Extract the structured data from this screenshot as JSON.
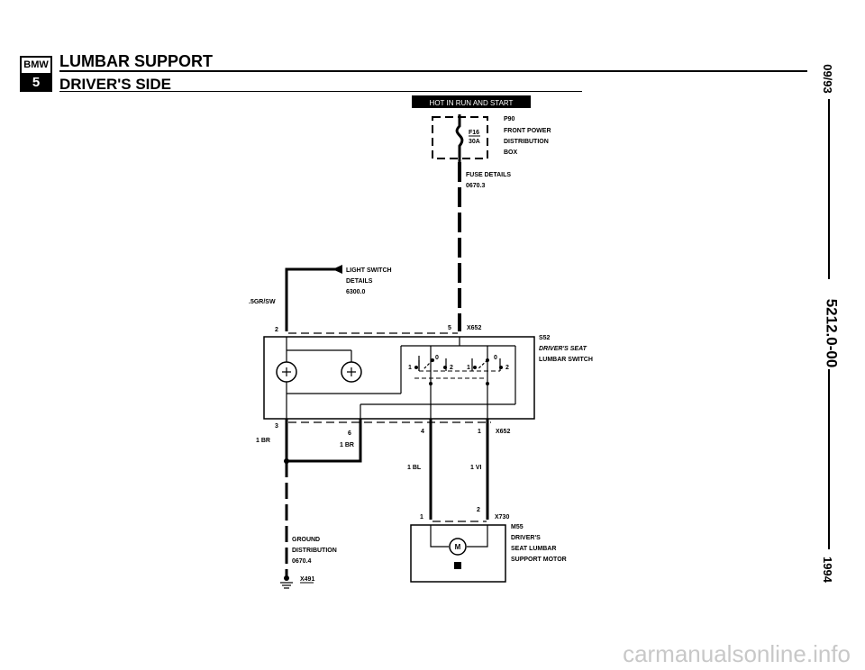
{
  "header": {
    "logo_top": "BMW",
    "logo_bottom": "5",
    "title": "LUMBAR SUPPORT",
    "subtitle": "DRIVER'S SIDE"
  },
  "sidebar": {
    "date": "09/93",
    "doc_number": "5212.0-00",
    "year": "1994"
  },
  "diagram": {
    "banner": "HOT IN RUN AND START",
    "fuse_label": "F16",
    "fuse_rating": "30A",
    "fusebox_id": "P90",
    "fusebox_name_1": "FRONT POWER",
    "fusebox_name_2": "DISTRIBUTION",
    "fusebox_name_3": "BOX",
    "fuse_details_1": "FUSE DETAILS",
    "fuse_details_2": "0670.3",
    "light_switch_1": "LIGHT SWITCH",
    "light_switch_2": "DETAILS",
    "light_switch_3": "6300.0",
    "wire_grsw": ".5GR/SW",
    "pin2": "2",
    "pin5": "5",
    "conn_x652_top": "X652",
    "switch_id": "S52",
    "switch_name_1": "DRIVER'S SEAT",
    "switch_name_2": "LUMBAR SWITCH",
    "sw_0_left": "0",
    "sw_1_left": "1",
    "sw_2_left": "2",
    "sw_0_right": "0",
    "sw_1_right": "1",
    "sw_2_right": "2",
    "pin3": "3",
    "pin6": "6",
    "pin4": "4",
    "pin1": "1",
    "conn_x652_bot": "X652",
    "wire_1br_left": "1 BR",
    "wire_1br_right": "1 BR",
    "wire_1bl": "1 BL",
    "wire_1vi": "1 VI",
    "motor_pin1": "1",
    "motor_pin2": "2",
    "conn_x730": "X730",
    "motor_id": "M55",
    "motor_name_1": "DRIVER'S",
    "motor_name_2": "SEAT LUMBAR",
    "motor_name_3": "SUPPORT MOTOR",
    "motor_symbol": "M",
    "ground_1": "GROUND",
    "ground_2": "DISTRIBUTION",
    "ground_3": "0670.4",
    "ground_conn": "X491"
  },
  "watermark": "carmanualsonline.info"
}
